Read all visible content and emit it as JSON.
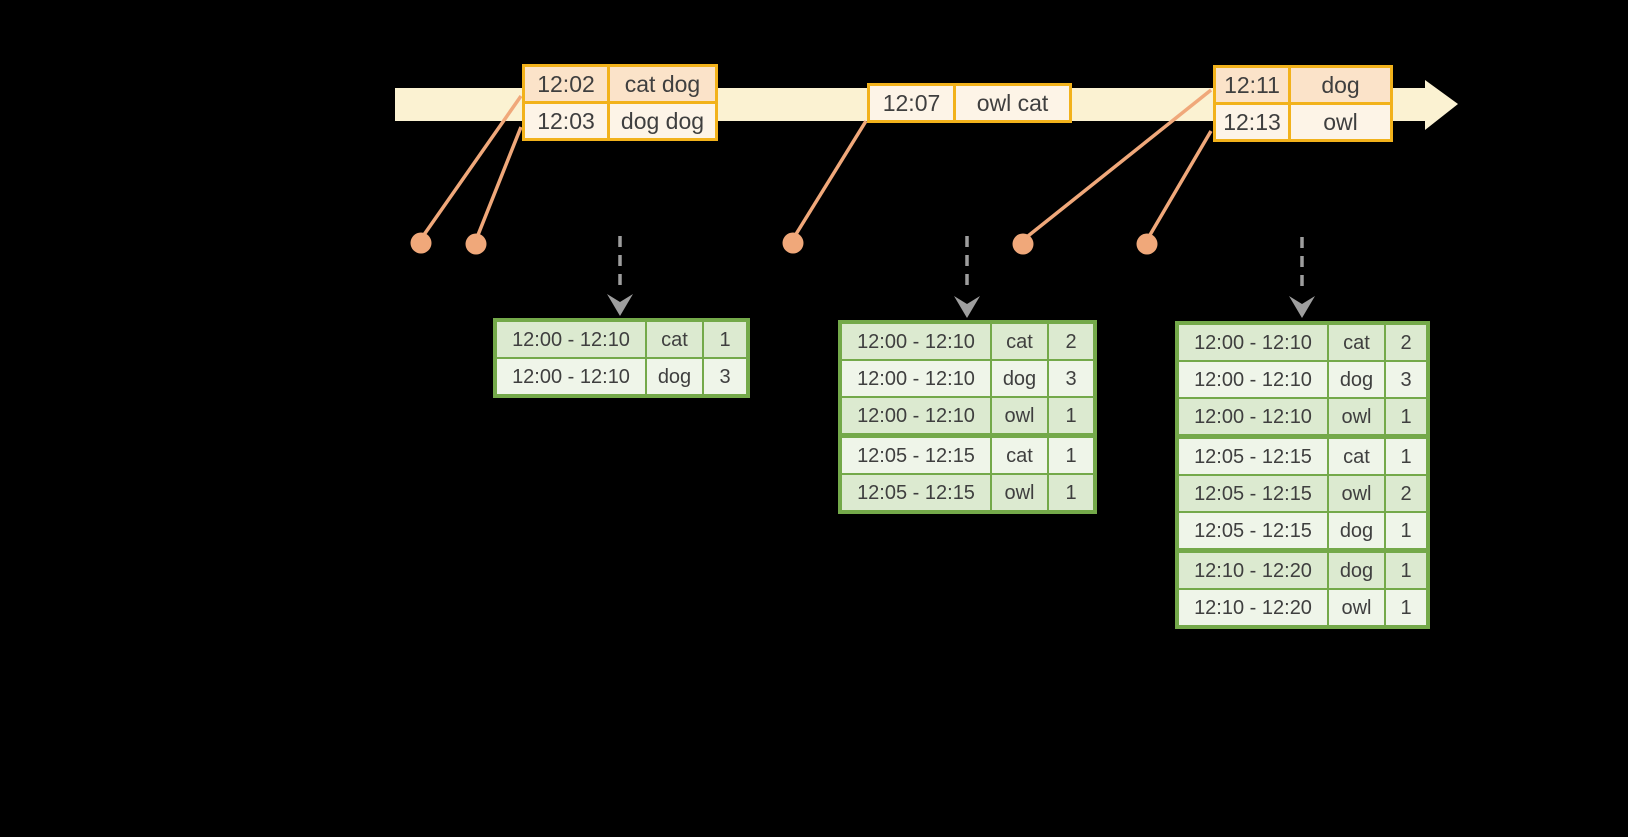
{
  "colors": {
    "background": "#000000",
    "timeline_fill": "#fbf2d2",
    "event_border": "#f2b21b",
    "event_row_dark": "#fbe3c9",
    "event_row_light": "#fdf4e7",
    "connector": "#f0a87a",
    "dashed_arrow": "#9e9e9e",
    "table_border": "#74a94a",
    "table_row_dark": "#dcead0",
    "table_row_light": "#eff5e9",
    "text": "#3f3f3f"
  },
  "timeline": {
    "events": [
      {
        "time": "12:02",
        "words": "cat dog"
      },
      {
        "time": "12:03",
        "words": "dog dog"
      },
      {
        "time": "12:07",
        "words": "owl cat"
      },
      {
        "time": "12:11",
        "words": "dog"
      },
      {
        "time": "12:13",
        "words": "owl"
      }
    ]
  },
  "result_tables": [
    {
      "rows": [
        {
          "window": "12:00 - 12:10",
          "word": "cat",
          "count": "1"
        },
        {
          "window": "12:00 - 12:10",
          "word": "dog",
          "count": "3"
        }
      ]
    },
    {
      "rows": [
        {
          "window": "12:00 - 12:10",
          "word": "cat",
          "count": "2"
        },
        {
          "window": "12:00 - 12:10",
          "word": "dog",
          "count": "3"
        },
        {
          "window": "12:00 - 12:10",
          "word": "owl",
          "count": "1"
        },
        {
          "window": "12:05 - 12:15",
          "word": "cat",
          "count": "1"
        },
        {
          "window": "12:05 - 12:15",
          "word": "owl",
          "count": "1"
        }
      ]
    },
    {
      "rows": [
        {
          "window": "12:00 - 12:10",
          "word": "cat",
          "count": "2"
        },
        {
          "window": "12:00 - 12:10",
          "word": "dog",
          "count": "3"
        },
        {
          "window": "12:00 - 12:10",
          "word": "owl",
          "count": "1"
        },
        {
          "window": "12:05 - 12:15",
          "word": "cat",
          "count": "1"
        },
        {
          "window": "12:05 - 12:15",
          "word": "owl",
          "count": "2"
        },
        {
          "window": "12:05 - 12:15",
          "word": "dog",
          "count": "1"
        },
        {
          "window": "12:10 - 12:20",
          "word": "dog",
          "count": "1"
        },
        {
          "window": "12:10 - 12:20",
          "word": "owl",
          "count": "1"
        }
      ]
    }
  ]
}
